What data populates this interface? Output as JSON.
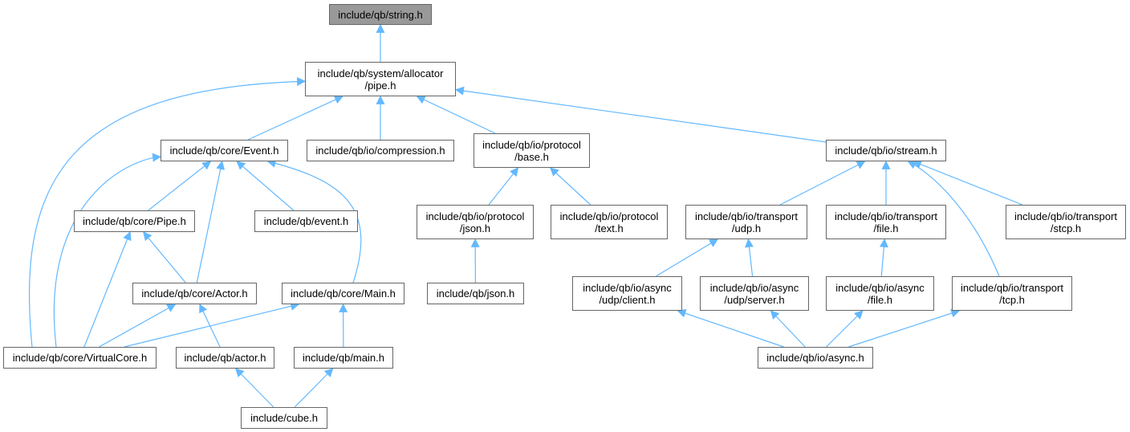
{
  "graph": {
    "edge_color": "#63b8ff",
    "node_border": "#666666",
    "root_fill": "#999999",
    "nodes": [
      {
        "id": "string",
        "lines": [
          "include/qb/string.h"
        ]
      },
      {
        "id": "pipe_alloc",
        "lines": [
          "include/qb/system/allocator",
          "/pipe.h"
        ]
      },
      {
        "id": "event_core",
        "lines": [
          "include/qb/core/Event.h"
        ]
      },
      {
        "id": "compression",
        "lines": [
          "include/qb/io/compression.h"
        ]
      },
      {
        "id": "protocol_base",
        "lines": [
          "include/qb/io/protocol",
          "/base.h"
        ]
      },
      {
        "id": "stream",
        "lines": [
          "include/qb/io/stream.h"
        ]
      },
      {
        "id": "pipe_core",
        "lines": [
          "include/qb/core/Pipe.h"
        ]
      },
      {
        "id": "event",
        "lines": [
          "include/qb/event.h"
        ]
      },
      {
        "id": "protocol_json",
        "lines": [
          "include/qb/io/protocol",
          "/json.h"
        ]
      },
      {
        "id": "protocol_text",
        "lines": [
          "include/qb/io/protocol",
          "/text.h"
        ]
      },
      {
        "id": "transport_udp",
        "lines": [
          "include/qb/io/transport",
          "/udp.h"
        ]
      },
      {
        "id": "transport_file",
        "lines": [
          "include/qb/io/transport",
          "/file.h"
        ]
      },
      {
        "id": "transport_stcp",
        "lines": [
          "include/qb/io/transport",
          "/stcp.h"
        ]
      },
      {
        "id": "actor_core",
        "lines": [
          "include/qb/core/Actor.h"
        ]
      },
      {
        "id": "main_core",
        "lines": [
          "include/qb/core/Main.h"
        ]
      },
      {
        "id": "json",
        "lines": [
          "include/qb/json.h"
        ]
      },
      {
        "id": "async_udp_client",
        "lines": [
          "include/qb/io/async",
          "/udp/client.h"
        ]
      },
      {
        "id": "async_udp_server",
        "lines": [
          "include/qb/io/async",
          "/udp/server.h"
        ]
      },
      {
        "id": "async_file",
        "lines": [
          "include/qb/io/async",
          "/file.h"
        ]
      },
      {
        "id": "transport_tcp",
        "lines": [
          "include/qb/io/transport",
          "/tcp.h"
        ]
      },
      {
        "id": "virtualcore",
        "lines": [
          "include/qb/core/VirtualCore.h"
        ]
      },
      {
        "id": "actor",
        "lines": [
          "include/qb/actor.h"
        ]
      },
      {
        "id": "main",
        "lines": [
          "include/qb/main.h"
        ]
      },
      {
        "id": "async",
        "lines": [
          "include/qb/io/async.h"
        ]
      },
      {
        "id": "cube",
        "lines": [
          "include/cube.h"
        ]
      }
    ],
    "edges": [
      [
        "pipe_alloc",
        "string"
      ],
      [
        "event_core",
        "pipe_alloc"
      ],
      [
        "compression",
        "pipe_alloc"
      ],
      [
        "protocol_base",
        "pipe_alloc"
      ],
      [
        "stream",
        "pipe_alloc"
      ],
      [
        "virtualcore",
        "pipe_alloc"
      ],
      [
        "pipe_core",
        "event_core"
      ],
      [
        "event",
        "event_core"
      ],
      [
        "actor_core",
        "event_core"
      ],
      [
        "main_core",
        "event_core"
      ],
      [
        "virtualcore",
        "event_core"
      ],
      [
        "actor_core",
        "pipe_core"
      ],
      [
        "virtualcore",
        "pipe_core"
      ],
      [
        "virtualcore",
        "actor_core"
      ],
      [
        "actor",
        "actor_core"
      ],
      [
        "virtualcore",
        "main_core"
      ],
      [
        "main",
        "main_core"
      ],
      [
        "cube",
        "actor"
      ],
      [
        "cube",
        "main"
      ],
      [
        "protocol_json",
        "protocol_base"
      ],
      [
        "protocol_text",
        "protocol_base"
      ],
      [
        "json",
        "protocol_json"
      ],
      [
        "transport_udp",
        "stream"
      ],
      [
        "transport_file",
        "stream"
      ],
      [
        "transport_stcp",
        "stream"
      ],
      [
        "transport_tcp",
        "stream"
      ],
      [
        "async_udp_client",
        "transport_udp"
      ],
      [
        "async_udp_server",
        "transport_udp"
      ],
      [
        "async_file",
        "transport_file"
      ],
      [
        "async",
        "async_udp_client"
      ],
      [
        "async",
        "async_udp_server"
      ],
      [
        "async",
        "async_file"
      ],
      [
        "async",
        "transport_tcp"
      ]
    ]
  }
}
